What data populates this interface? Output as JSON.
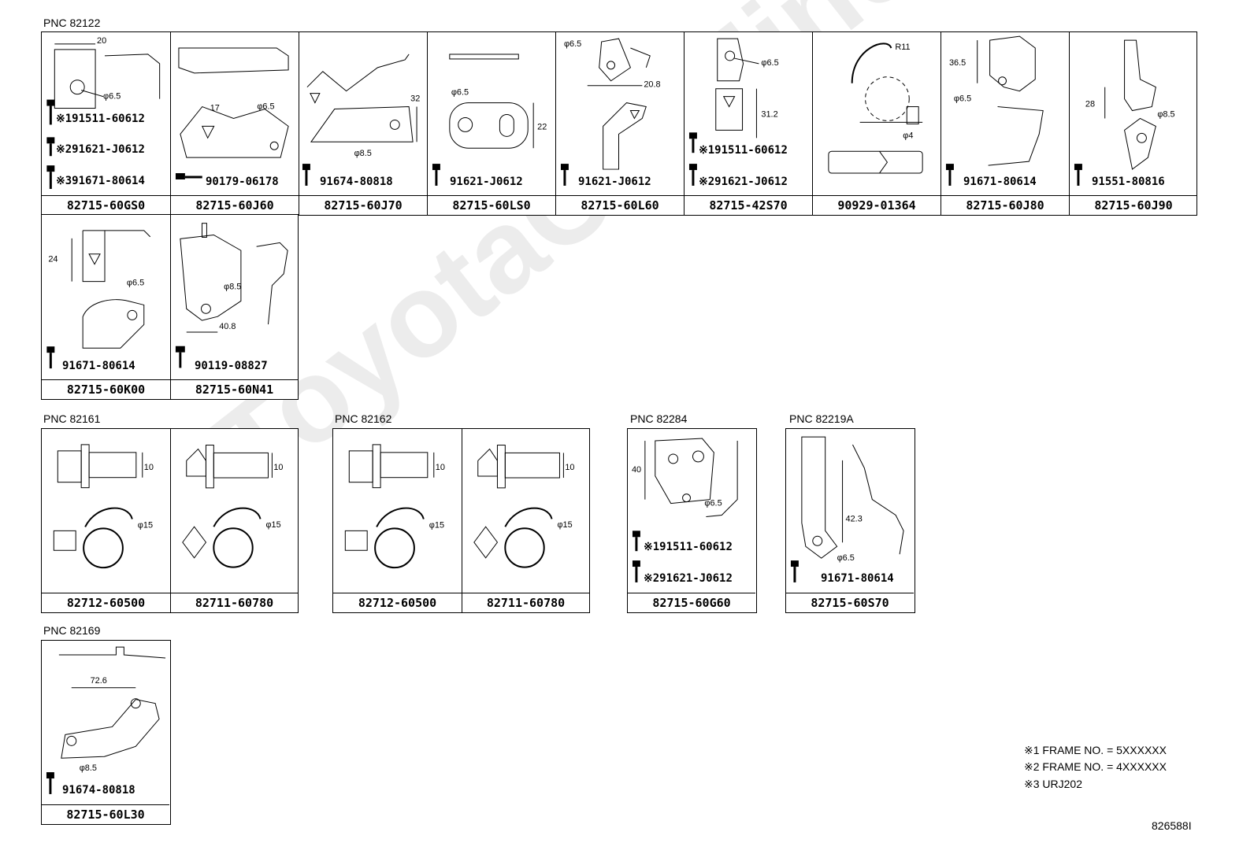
{
  "watermark": "ToyotaCarMinerva",
  "ref_code": "826588I",
  "notes": [
    "※1 FRAME NO. = 5XXXXXX",
    "※2 FRAME NO. = 4XXXXXX",
    "※3 URJ202"
  ],
  "pnc": {
    "p82122": "PNC 82122",
    "p82161": "PNC 82161",
    "p82162": "PNC 82162",
    "p82284": "PNC 82284",
    "p82219A": "PNC  82219A",
    "p82169": "PNC 82169"
  },
  "cells": {
    "c1": {
      "label": "82715-60GS0",
      "bolts": [
        "※191511-60612",
        "※291621-J0612",
        "※391671-80614"
      ],
      "dims": [
        "20",
        "φ6.5"
      ]
    },
    "c2": {
      "label": "82715-60J60",
      "bolts": [
        "90179-06178"
      ],
      "dims": [
        "17",
        "φ6.5"
      ]
    },
    "c3": {
      "label": "82715-60J70",
      "bolts": [
        "91674-80818"
      ],
      "dims": [
        "32",
        "φ8.5"
      ]
    },
    "c4": {
      "label": "82715-60LS0",
      "bolts": [
        "91621-J0612"
      ],
      "dims": [
        "φ6.5",
        "22"
      ]
    },
    "c5": {
      "label": "82715-60L60",
      "bolts": [
        "91621-J0612"
      ],
      "dims": [
        "φ6.5",
        "20.8"
      ]
    },
    "c6": {
      "label": "82715-42S70",
      "bolts": [
        "※191511-60612",
        "※291621-J0612"
      ],
      "dims": [
        "φ6.5",
        "31.2"
      ]
    },
    "c7": {
      "label": "90929-01364",
      "bolts": [],
      "dims": [
        "R11",
        "φ4"
      ]
    },
    "c8": {
      "label": "82715-60J80",
      "bolts": [
        "91671-80614"
      ],
      "dims": [
        "36.5",
        "φ6.5"
      ]
    },
    "c9": {
      "label": "82715-60J90",
      "bolts": [
        "91551-80816"
      ],
      "dims": [
        "28",
        "φ8.5"
      ]
    },
    "c10": {
      "label": "82715-60K00",
      "bolts": [
        "91671-80614"
      ],
      "dims": [
        "24",
        "φ6.5"
      ]
    },
    "c11": {
      "label": "82715-60N41",
      "bolts": [
        "90119-08827"
      ],
      "dims": [
        "φ8.5",
        "40.8"
      ]
    },
    "c12": {
      "label": "82712-60500",
      "dims": [
        "10",
        "φ15"
      ]
    },
    "c13": {
      "label": "82711-60780",
      "dims": [
        "10",
        "φ15"
      ]
    },
    "c14": {
      "label": "82712-60500",
      "dims": [
        "10",
        "φ15"
      ]
    },
    "c15": {
      "label": "82711-60780",
      "dims": [
        "10",
        "φ15"
      ]
    },
    "c16": {
      "label": "82715-60G60",
      "bolts": [
        "※191511-60612",
        "※291621-J0612"
      ],
      "dims": [
        "40",
        "φ6.5"
      ]
    },
    "c17": {
      "label": "82715-60S70",
      "bolts": [
        "91671-80614"
      ],
      "dims": [
        "42.3",
        "φ6.5"
      ]
    },
    "c18": {
      "label": "82715-60L30",
      "bolts": [
        "91674-80818"
      ],
      "dims": [
        "72.6",
        "φ8.5"
      ]
    }
  }
}
